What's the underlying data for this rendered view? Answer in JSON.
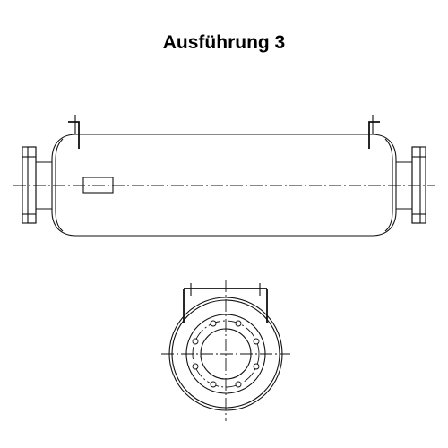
{
  "title": "Ausführung 3",
  "colors": {
    "background": "#ffffff",
    "lines": "#111111"
  },
  "views": [
    "side-elevation",
    "end-view"
  ]
}
